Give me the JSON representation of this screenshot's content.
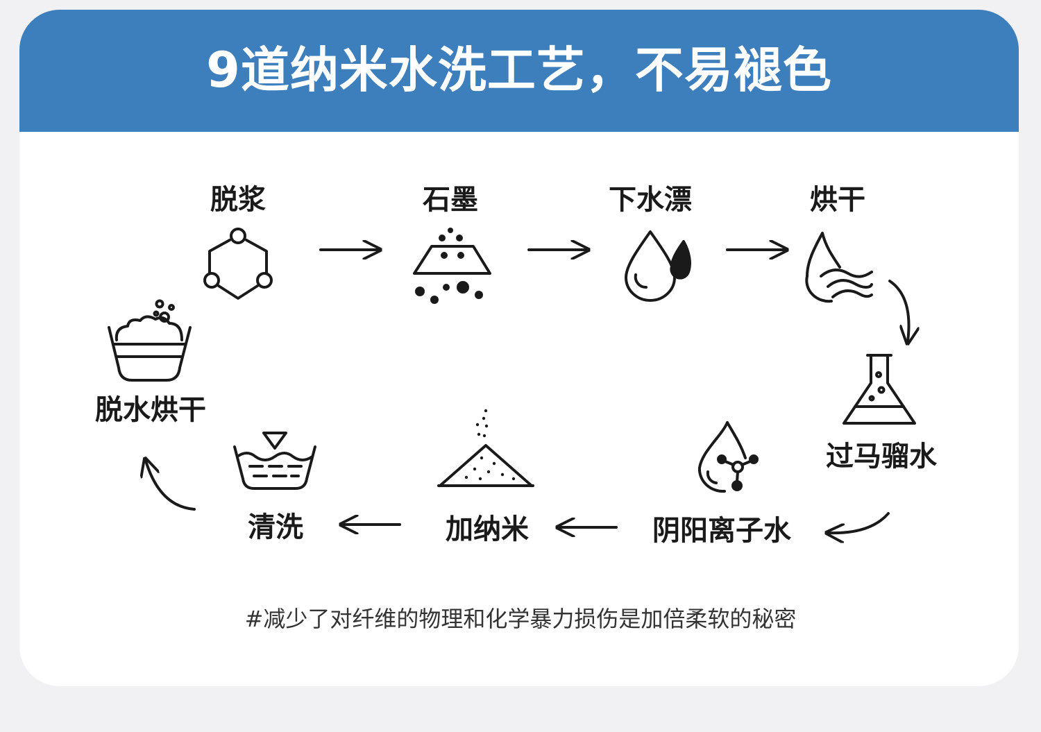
{
  "title": "9道纳米水洗工艺，不易褪色",
  "steps": [
    {
      "label": "脱浆",
      "icon": "molecule-ring-icon"
    },
    {
      "label": "石墨",
      "icon": "graphite-particles-icon"
    },
    {
      "label": "下水漂",
      "icon": "water-drops-icon"
    },
    {
      "label": "烘干",
      "icon": "drop-waves-icon"
    },
    {
      "label": "过马骝水",
      "icon": "flask-icon"
    },
    {
      "label": "阴阳离子水",
      "icon": "drop-molecule-icon"
    },
    {
      "label": "加纳米",
      "icon": "nano-powder-icon"
    },
    {
      "label": "清洗",
      "icon": "washtub-icon"
    },
    {
      "label": "脱水烘干",
      "icon": "laundry-basin-icon"
    }
  ],
  "footnote": "#减少了对纤维的物理和化学暴力损伤是加倍柔软的秘密",
  "colors": {
    "header": "#3d7ebc",
    "ink": "#1a1a1a"
  }
}
